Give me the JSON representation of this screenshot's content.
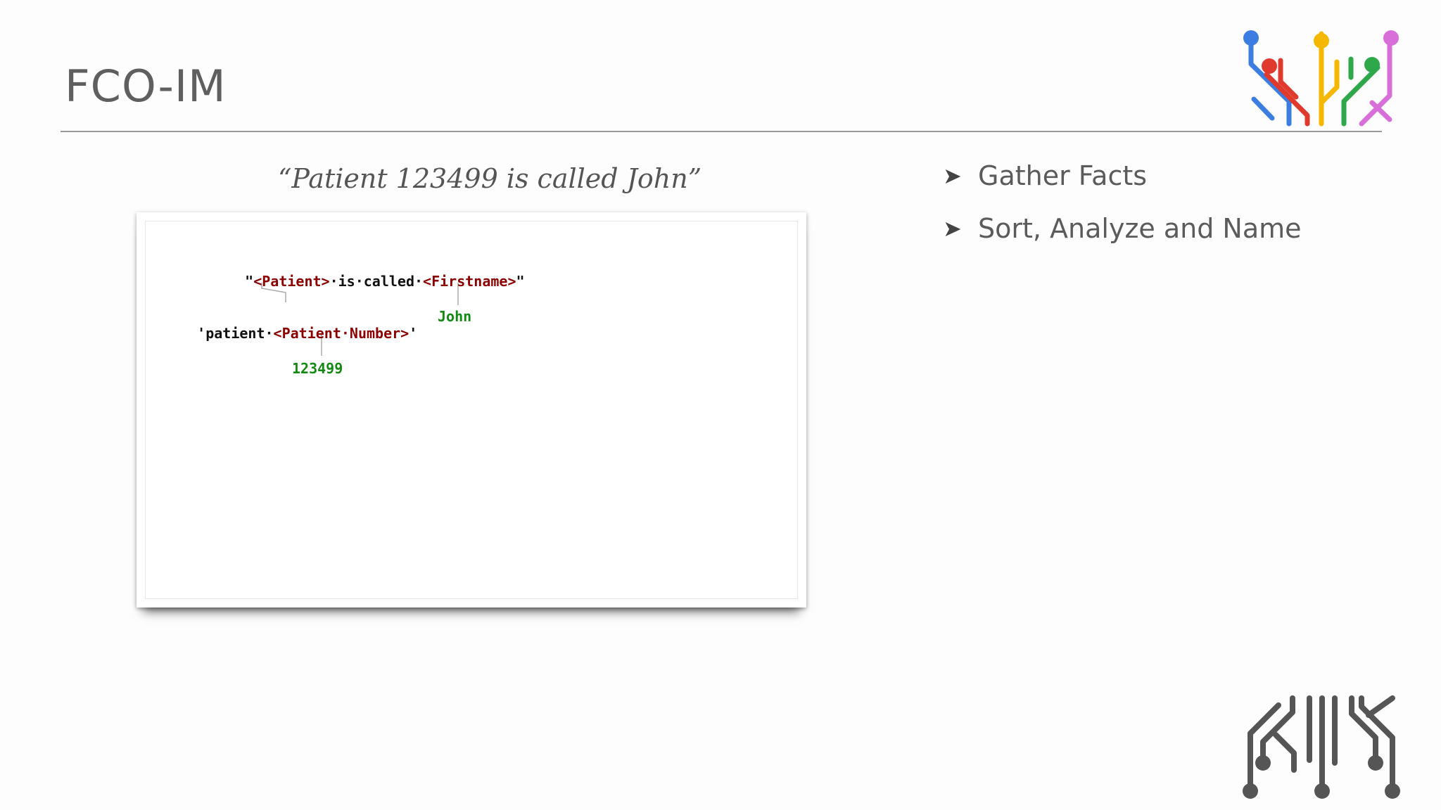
{
  "slide": {
    "title": "FCO-IM",
    "quote": "“Patient 123499 is called John”"
  },
  "diagram": {
    "line1_open": "\"",
    "line1_role1": "<Patient>",
    "line1_mid": "·is·called·",
    "line1_role2": "<Firstname>",
    "line1_close": "\"",
    "line2_text": "'patient·",
    "line2_role": "<Patient·Number>",
    "line2_close": "'",
    "line2_value": "John",
    "line3_value": "123499"
  },
  "bullets": [
    {
      "arrow": "➤",
      "label": "Gather Facts"
    },
    {
      "arrow": "➤",
      "label": "Sort, Analyze and Name"
    }
  ],
  "colors": {
    "role": "#8b0000",
    "value": "#138a13",
    "logo_blue": "#3b7de0",
    "logo_red": "#e03a2f",
    "logo_yellow": "#f5b800",
    "logo_green": "#2ea84a",
    "logo_pink": "#d86fd9",
    "logo_gray": "#555555"
  },
  "icons": {
    "top_logo": "circuit-logo-color-icon",
    "bottom_logo": "circuit-logo-gray-icon",
    "bullet": "arrowhead-icon"
  }
}
